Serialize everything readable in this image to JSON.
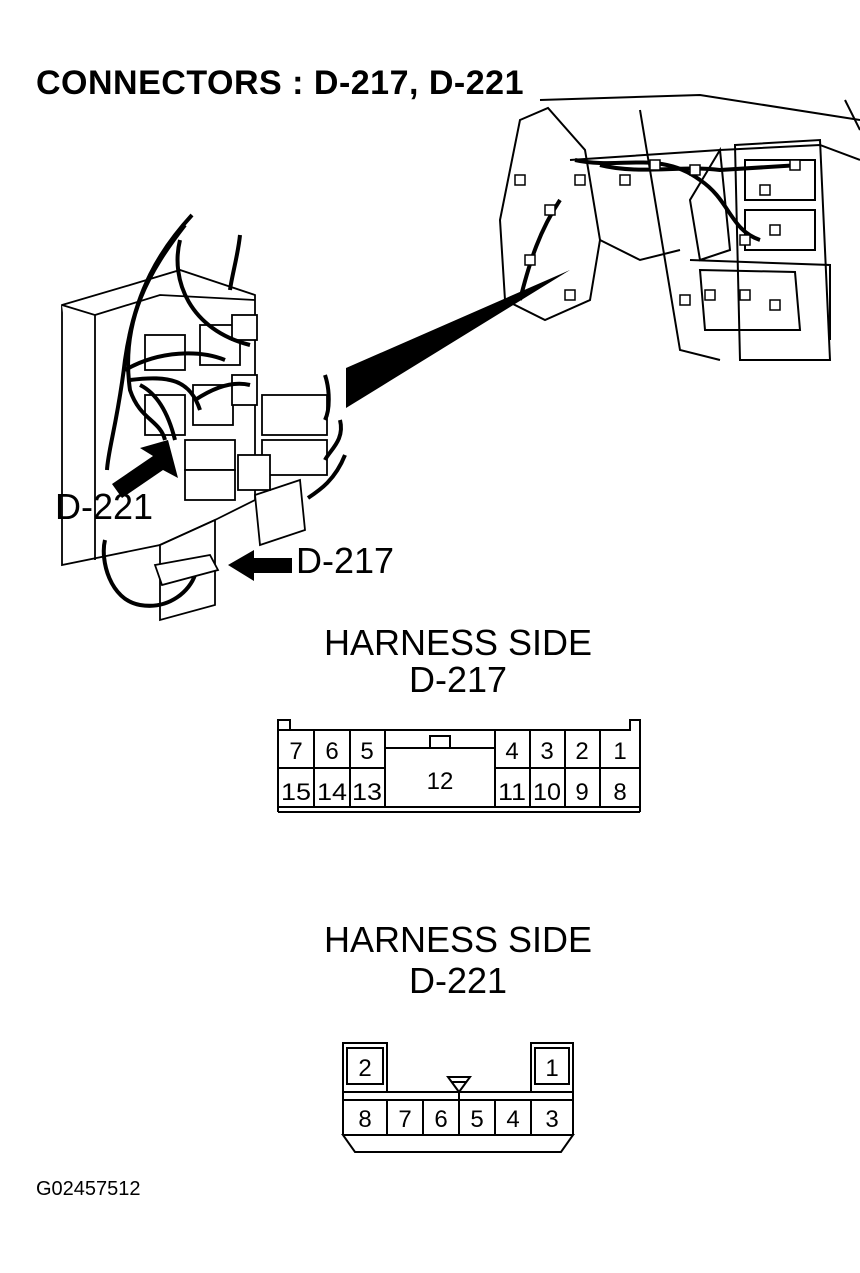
{
  "title": "CONNECTORS : D-217, D-221",
  "callouts": {
    "d221": "D-221",
    "d217": "D-217"
  },
  "d217": {
    "heading": "HARNESS SIDE",
    "name": "D-217",
    "pins_top": [
      "7",
      "6",
      "5",
      "4",
      "3",
      "2",
      "1"
    ],
    "pins_bottom": [
      "15",
      "14",
      "13",
      "11",
      "10",
      "9",
      "8"
    ],
    "pin_center": "12"
  },
  "d221": {
    "heading": "HARNESS SIDE",
    "name": "D-221",
    "pins_top": [
      "2",
      "1"
    ],
    "pins_bottom": [
      "8",
      "7",
      "6",
      "5",
      "4",
      "3"
    ]
  },
  "figure_id": "G02457512"
}
